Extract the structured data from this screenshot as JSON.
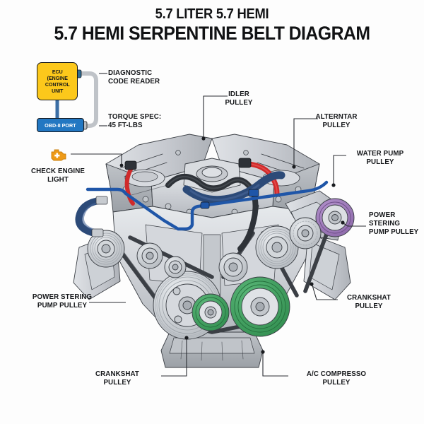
{
  "title": {
    "line1": "5.7 LITER 5.7 HEMI",
    "line2": "5.7 HEMI SERPENTINE BELT DIAGRAM"
  },
  "diagram": {
    "subject": "5.7 Hemi engine serpentine belt routing illustration",
    "background_color": "#fdfdfd"
  },
  "ecu_module": {
    "ecu_label": "ECU\n(ENGINE\nCONTROL\nUNIT",
    "ecu_color": "#fcc81b",
    "obd_label": "OBD-II PORT",
    "obd_color": "#2277c2",
    "cable_color": "#b9bcc0"
  },
  "notes": [
    {
      "id": "diagnostic-code-reader",
      "text": "DIAGNOSTIC\nCODE READER"
    },
    {
      "id": "torque-spec",
      "text": "TORQUE SPEC:\n45 FT-LBS"
    }
  ],
  "indicator": {
    "label": "CHECK ENGINE\nLIGHT",
    "icon": "check-engine-icon",
    "icon_color": "#ee9a17"
  },
  "callouts": [
    {
      "id": "idler-pulley",
      "text": "IDLER\nPULLEY"
    },
    {
      "id": "alternator-pulley",
      "text": "ALTERNTAR\nPULLEY"
    },
    {
      "id": "water-pump-pulley",
      "text": "WATER PUMP\nPULLEY"
    },
    {
      "id": "power-steering-pulley-right",
      "text": "POWER\nSTERING\nPUMP PULLEY"
    },
    {
      "id": "crankshaft-pulley-right",
      "text": "CRANKSHAT\nPULLEY"
    },
    {
      "id": "ac-compressor-pulley",
      "text": "A/C COMPRESSO\nPULLEY"
    },
    {
      "id": "crankshaft-pulley-left",
      "text": "CRANKSHAT\nPULLEY"
    },
    {
      "id": "power-steering-pulley-left",
      "text": "POWER STERING\nPUMP PULLEY"
    }
  ],
  "colors": {
    "engine_body": "#c9ccd1",
    "engine_body_light": "#dfe2e6",
    "engine_shadow": "#a4a8ae",
    "outline": "#3a3e44",
    "belt": "#3b3f45",
    "pulley_purple": "#9b77b8",
    "pulley_green": "#3da05f",
    "hose_blue": "#1f56a8",
    "hose_navy": "#2c4a78",
    "hose_red": "#d02a2a",
    "hose_dark": "#2e3238",
    "leader_line": "#2a2d32",
    "text": "#15171a"
  }
}
